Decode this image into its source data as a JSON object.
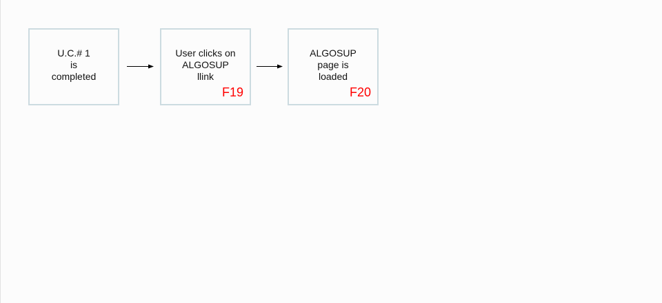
{
  "diagram": {
    "nodes": [
      {
        "text": "U.C.# 1\nis\ncompleted",
        "code": ""
      },
      {
        "text": "User clicks on\nALGOSUP\nllink",
        "code": "F19"
      },
      {
        "text": "ALGOSUP\npage is\nloaded",
        "code": "F20"
      }
    ]
  },
  "colors": {
    "node_border": "#ccdbe0",
    "code_text": "#ff0000",
    "arrow": "#000000"
  }
}
